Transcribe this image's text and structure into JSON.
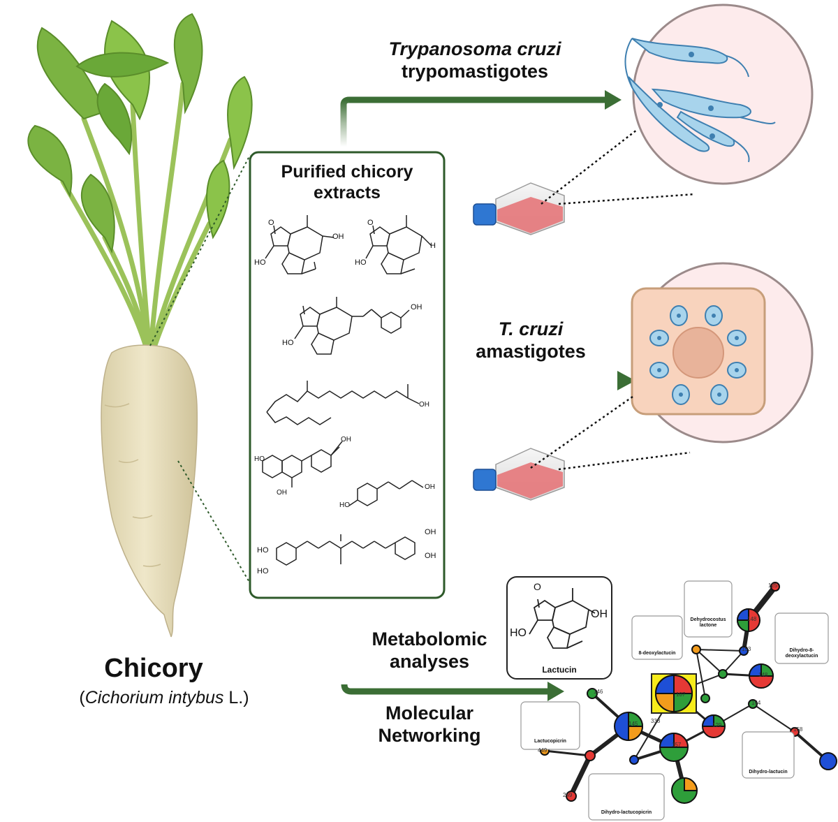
{
  "plant": {
    "name": "Chicory",
    "sci_open": "(",
    "sci_italic": "Cichorium intybus",
    "sci_close": " L.)"
  },
  "extracts": {
    "title_line1": "Purified chicory",
    "title_line2": "extracts",
    "oh": "OH",
    "h": "H",
    "ho": "HO",
    "o": "O"
  },
  "trypo": {
    "line1": "Trypanosoma cruzi",
    "line2": "trypomastigotes"
  },
  "amasti": {
    "line1": "T. cruzi",
    "line2": "amastigotes"
  },
  "metab": {
    "line1": "Metabolomic",
    "line2": "analyses"
  },
  "molnet": {
    "line1": "Molecular",
    "line2": "Networking"
  },
  "network": {
    "compounds": [
      "Lactucin",
      "Dehydrocostus lactone",
      "8-deoxylactucin",
      "Dihydro-8-deoxylactucin",
      "Lactucopicrin",
      "Dihydro-lactucin",
      "Dihydro-lactucopicrin"
    ],
    "node_labels": [
      "107",
      "145",
      "157",
      "146",
      "148",
      "129",
      "153",
      "164",
      "158",
      "148",
      "338",
      "449",
      "249",
      "125"
    ],
    "pie_colors": [
      "#e53935",
      "#1e4fd6",
      "#2e9e3a",
      "#f39c1c"
    ],
    "highlight_color": "#f7ec1b"
  },
  "colors": {
    "arrow": "#3b6e35",
    "box_border": "#2e5a2a",
    "leaf": "#7bb342",
    "root": "#e8dfbf"
  }
}
